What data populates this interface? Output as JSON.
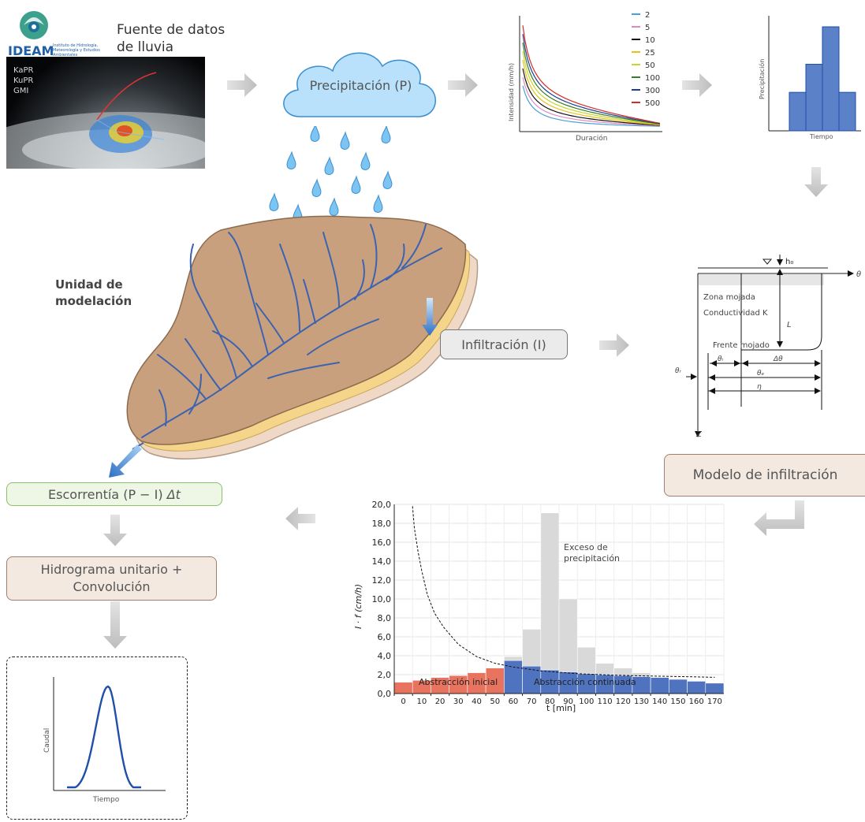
{
  "logo": {
    "text": "IDEAM",
    "subtitle": "Instituto de Hidrología, Meteorología y Estudios Ambientales"
  },
  "rain_source": {
    "line1": "Fuente de datos",
    "line2": "de lluvia",
    "satellite_labels": [
      "KaPR",
      "KuPR",
      "GMI"
    ]
  },
  "cloud": {
    "label": "Precipitación (P)"
  },
  "idf": {
    "y_label": "Intensidad (mm/h)",
    "x_label": "Duración",
    "legend": [
      {
        "label": "2",
        "color": "#4a9fd8"
      },
      {
        "label": "5",
        "color": "#e08abf"
      },
      {
        "label": "10",
        "color": "#111111"
      },
      {
        "label": "25",
        "color": "#e8c21c"
      },
      {
        "label": "50",
        "color": "#c6d62a"
      },
      {
        "label": "100",
        "color": "#3a7d2a"
      },
      {
        "label": "300",
        "color": "#1f3d8f"
      },
      {
        "label": "500",
        "color": "#d42a2a"
      }
    ]
  },
  "hyetograph": {
    "y_label": "Precipitación",
    "x_label": "Tiempo",
    "values": [
      0.37,
      0.64,
      1.0,
      0.37
    ]
  },
  "watershed": {
    "label_line1": "Unidad de",
    "label_line2": "modelación"
  },
  "infiltration_box": {
    "label": "Infiltración (I)"
  },
  "green_ampt": {
    "h0": "h₀",
    "theta": "θ",
    "zona": "Zona mojada",
    "cond": "Conductividad K",
    "L": "L",
    "frente": "Frente mojado",
    "theta_i": "θᵢ",
    "delta_theta": "Δθ",
    "theta_e": "θₑ",
    "theta_r": "θᵣ",
    "eta": "η",
    "z": "Z"
  },
  "infil_model_box": {
    "label": "Modelo de infiltración"
  },
  "runoff_box": {
    "label": "Escorrentía (P − I) ",
    "label_italic": "Δt"
  },
  "unit_hydro_box": {
    "line1": "Hidrograma unitario +",
    "line2": "Convolución"
  },
  "hydrograph": {
    "y_label": "Caudal",
    "x_label": "Tiempo"
  },
  "chart_data": {
    "type": "bar",
    "ylabel": "I · f (cm/h)",
    "xlabel": "t [min]",
    "ylim": [
      0,
      20
    ],
    "yticks": [
      "0,0",
      "2,0",
      "4,0",
      "6,0",
      "8,0",
      "10,0",
      "12,0",
      "14,0",
      "16,0",
      "18,0",
      "20,0"
    ],
    "categories": [
      "0",
      "10",
      "20",
      "30",
      "40",
      "50",
      "60",
      "70",
      "80",
      "90",
      "100",
      "110",
      "120",
      "130",
      "140",
      "150",
      "160",
      "170"
    ],
    "series": [
      {
        "name": "Abstracción inicial",
        "color": "#e8735e",
        "values": [
          1.2,
          1.4,
          1.7,
          1.9,
          2.2,
          2.7,
          0,
          0,
          0,
          0,
          0,
          0,
          0,
          0,
          0,
          0,
          0,
          0
        ]
      },
      {
        "name": "Abstracción continuada",
        "color": "#4f73bf",
        "values": [
          0,
          0,
          0,
          0,
          0,
          0,
          3.5,
          2.9,
          2.5,
          2.3,
          2.1,
          2.0,
          1.9,
          1.8,
          1.7,
          1.5,
          1.3,
          1.1
        ]
      },
      {
        "name": "Exceso de precipitación",
        "color": "#d9d9d9",
        "values": [
          0,
          0,
          0,
          0,
          0,
          0,
          0.4,
          3.9,
          16.6,
          7.7,
          2.8,
          1.2,
          0.8,
          0.4,
          0,
          0,
          0,
          0
        ]
      }
    ],
    "infiltration_curve": {
      "x": [
        10,
        11,
        13,
        15,
        18,
        22,
        27,
        35,
        45,
        55,
        65,
        80,
        100,
        120,
        140,
        160,
        175
      ],
      "y": [
        19.8,
        17.5,
        15.0,
        13.0,
        10.5,
        8.5,
        7.0,
        5.2,
        3.9,
        3.2,
        2.8,
        2.4,
        2.1,
        1.95,
        1.85,
        1.78,
        1.72
      ]
    },
    "annotations": [
      "Exceso de",
      "precipitación"
    ]
  }
}
